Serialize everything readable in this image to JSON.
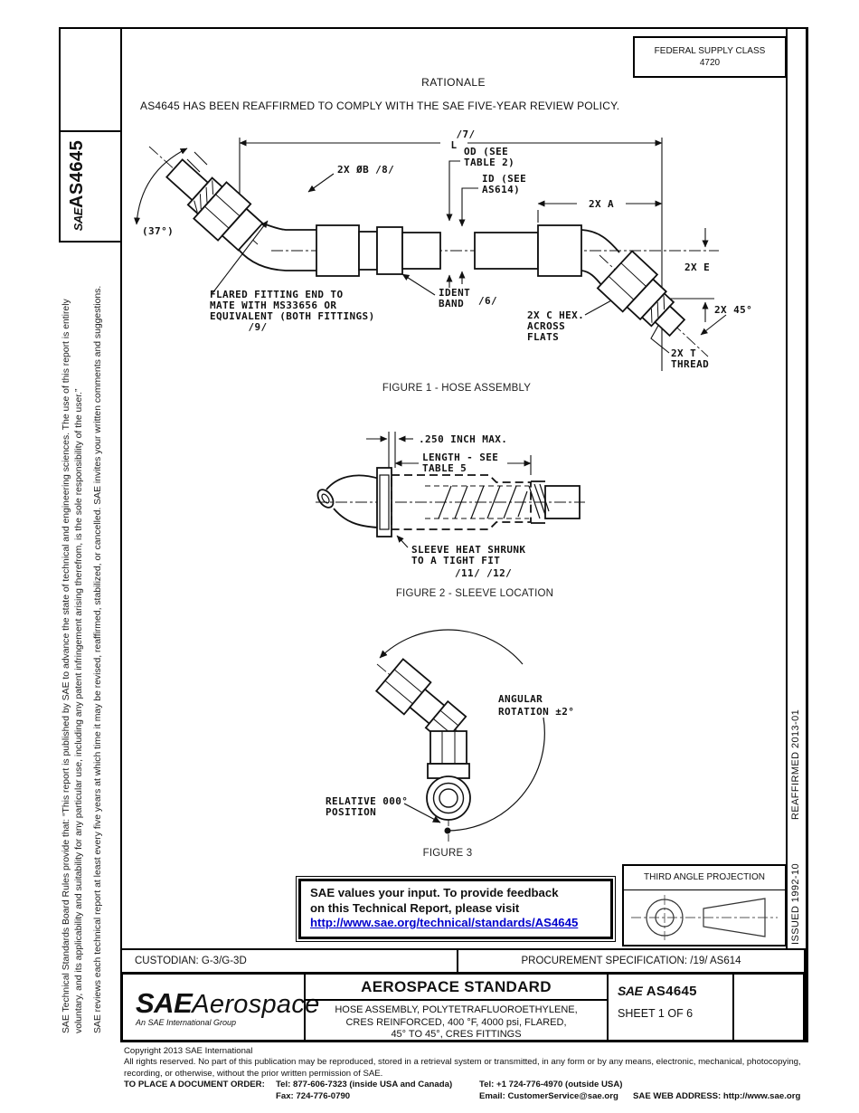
{
  "ink": "#111111",
  "link_color": "#0000cc",
  "header": {
    "federal_supply_class_label": "FEDERAL SUPPLY CLASS",
    "federal_supply_class_value": "4720",
    "rationale_heading": "RATIONALE",
    "rationale_body": "AS4645 HAS BEEN REAFFIRMED TO COMPLY WITH THE SAE FIVE-YEAR REVIEW POLICY."
  },
  "left_margin": {
    "logo": "SAE",
    "doc_code": "AS4645",
    "legal_para1": "SAE Technical Standards Board Rules provide that: “This report is published by SAE to advance the state of technical and engineering sciences. The use of this report is entirely voluntary, and its applicability and suitability for any particular use, including any patent infringement arising therefrom, is the sole responsibility of the user.”",
    "legal_para2": "SAE reviews each technical report at least every five years at which time it may be revised, reaffirmed, stabilized, or cancelled. SAE invites your written comments and suggestions."
  },
  "right_margin": {
    "issued": "ISSUED 1992-10",
    "reaffirmed": "REAFFIRMED 2013-01"
  },
  "fig1": {
    "caption": "FIGURE 1 - HOSE ASSEMBLY",
    "note_l": "/7/",
    "dim_l": "L",
    "dim_b": "2X ØB /8/",
    "angle": "(37°)",
    "od1": "OD (SEE",
    "od2": "TABLE 2)",
    "id1": "ID (SEE",
    "id2": "AS614)",
    "dim_a": "2X A",
    "dim_e": "2X E",
    "dim_45": "2X 45°",
    "hex1": "2X C HEX.",
    "hex2": "ACROSS",
    "hex3": "FLATS",
    "thread1": "2X T",
    "thread2": "THREAD",
    "flare1": "FLARED FITTING END TO",
    "flare2": "MATE WITH MS33656 OR",
    "flare3": "EQUIVALENT (BOTH FITTINGS)",
    "flare4": "/9/",
    "ident1": "IDENT",
    "ident2": "BAND",
    "ident3": "/6/"
  },
  "fig2": {
    "caption": "FIGURE 2 - SLEEVE LOCATION",
    "dim_250": ".250 INCH MAX.",
    "len1": "LENGTH - SEE",
    "len2": "TABLE 5",
    "sleeve1": "SLEEVE HEAT SHRUNK",
    "sleeve2": "TO A TIGHT FIT",
    "sleeve3": "/11/ /12/"
  },
  "fig3": {
    "caption": "FIGURE 3",
    "rot1": "ANGULAR",
    "rot2": "ROTATION ±2°",
    "rel1": "RELATIVE 000°",
    "rel2": "POSITION"
  },
  "feedback_box": {
    "line1": "SAE values your input. To provide feedback",
    "line2": "on this Technical Report, please visit",
    "link": "http://www.sae.org/technical/standards/AS4645"
  },
  "projection_box": {
    "title": "THIRD ANGLE PROJECTION"
  },
  "custodian_row": {
    "custodian": "CUSTODIAN: G-3/G-3D",
    "procurement": "PROCUREMENT SPECIFICATION: /19/ AS614"
  },
  "title_block": {
    "logo_main": "SAE",
    "logo_suffix": "Aerospace",
    "logo_tagline": "An SAE International Group",
    "doc_type": "AEROSPACE STANDARD",
    "subtitle_lines": [
      "HOSE ASSEMBLY, POLYTETRAFLUOROETHYLENE,",
      "CRES REINFORCED, 400 °F, 4000 psi, FLARED,",
      "45° TO 45°, CRES FITTINGS"
    ],
    "num_logo": "SAE",
    "doc_number": "AS4645",
    "sheet": "SHEET 1 OF 6"
  },
  "footer": {
    "copyright": "Copyright 2013 SAE International",
    "rights1": "All rights reserved. No part of this publication may be reproduced, stored in a retrieval system or transmitted, in any form or by any means, electronic, mechanical, photocopying,",
    "rights2": "recording, or otherwise, without the prior written permission of SAE.",
    "order_label": "TO PLACE A DOCUMENT ORDER:",
    "tel_inside": "Tel: 877-606-7323 (inside USA and Canada)",
    "tel_outside": "Tel: +1 724-776-4970 (outside USA)",
    "fax": "Fax: 724-776-0790",
    "email": "Email: CustomerService@sae.org",
    "web": "SAE WEB ADDRESS: http://www.sae.org"
  }
}
